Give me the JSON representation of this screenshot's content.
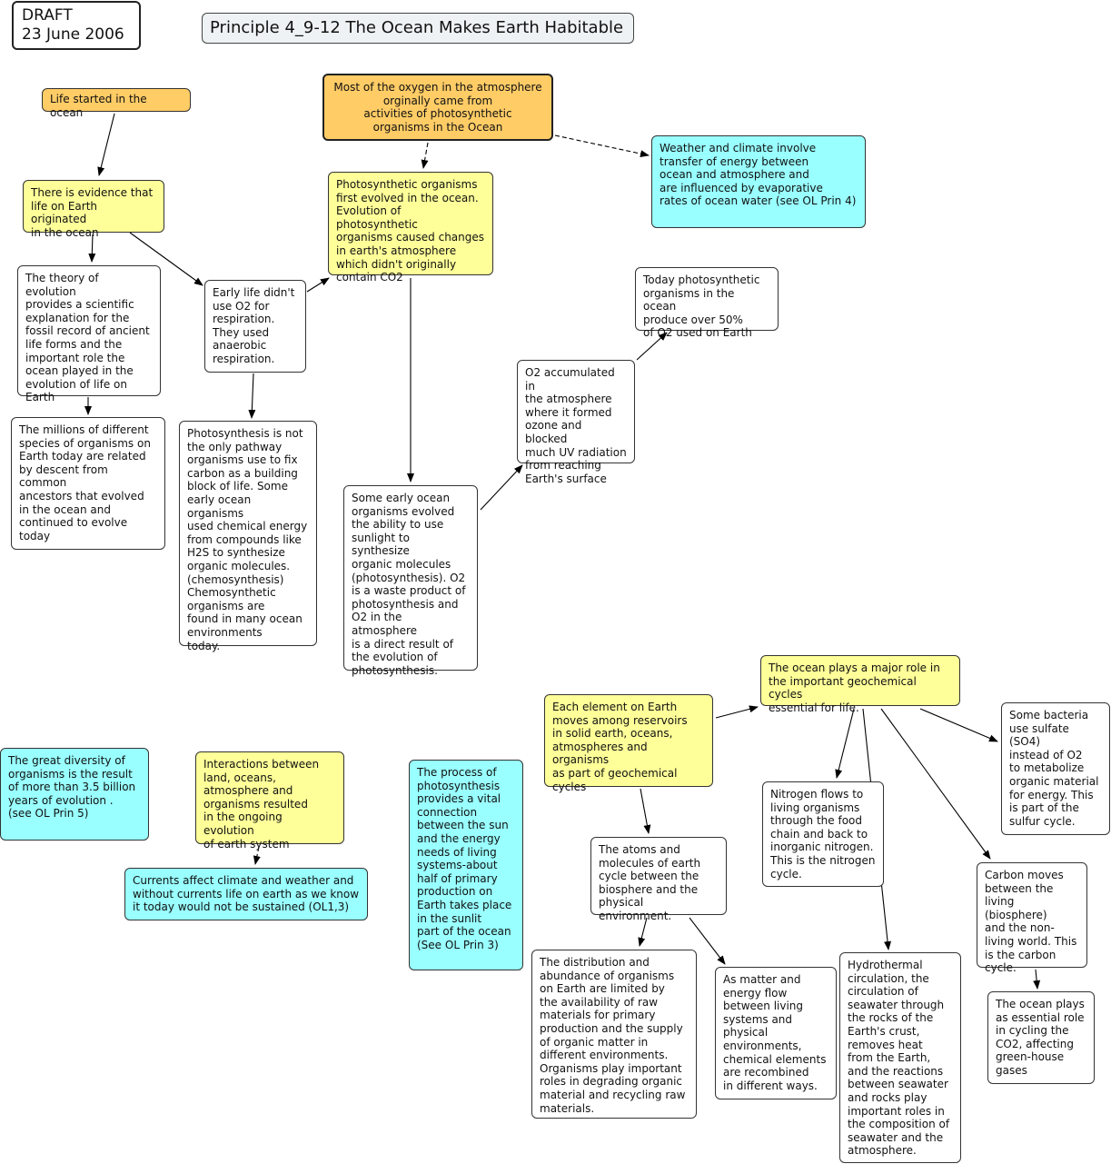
{
  "header": {
    "draft_label": "DRAFT\n23 June 2006",
    "title": "Principle 4_9-12 The Ocean Makes Earth Habitable"
  },
  "colors": {
    "white": "#ffffff",
    "yellow": "#ffff99",
    "orange": "#ffcc66",
    "cyan": "#99ffff"
  },
  "nodes": {
    "life_started": "Life started in the ocean",
    "oxygen_origin": "Most of the oxygen in the atmosphere\norginally came from\nactivities of photosynthetic\norganisms in the Ocean",
    "weather_climate": "Weather and climate involve\ntransfer of energy between\nocean and atmosphere and\nare influenced by evaporative\nrates of ocean water (see OL Prin 4)",
    "evidence_origin": "There is evidence that\nlife on Earth originated\nin the ocean",
    "photosynthetic_evolved": "Photosynthetic organisms\nfirst evolved in the ocean.\nEvolution of photosynthetic\norganisms caused changes\nin earth's atmosphere\nwhich didn't originally\ncontain CO2",
    "theory_evolution": "The theory of evolution\nprovides a scientific\nexplanation for the\nfossil record of ancient\nlife forms and the\nimportant role the\nocean played in the\nevolution of life on\nEarth",
    "early_life": "Early life didn't\nuse O2 for\nrespiration.\nThey used\nanaerobic\nrespiration.",
    "today_photosynthetic": "Today photosynthetic\norganisms in the ocean\nproduce over 50%\nof O2 used on Earth",
    "o2_accumulated": "O2 accumulated in\nthe atmosphere\nwhere it formed\nozone and blocked\nmuch UV radiation\nfrom reaching\nEarth's surface",
    "millions_species": "The millions of different\nspecies of organisms on\nEarth  today are related\nby descent from common\nancestors that evolved\nin the ocean and\ncontinued to evolve\ntoday",
    "photosynthesis_not_only": "Photosynthesis is not\nthe only pathway\norganisms use to fix\ncarbon as a building\nblock of life.  Some\nearly ocean organisms\nused chemical energy\nfrom compounds like\nH2S to synthesize\norganic molecules.\n(chemosynthesis)\nChemosynthetic\norganisms are\nfound in many ocean\nenvironments\ntoday.",
    "some_early_ocean": "Some early ocean\norganisms evolved\nthe ability to use\nsunlight to synthesize\norganic molecules\n(photosynthesis).  O2\nis a waste product of\nphotosynthesis and\nO2 in the atmosphere\nis a direct result of\nthe evolution of\nphotosynthesis.",
    "ocean_major_role": "The ocean plays a major role in\nthe important geochemical cycles\nessential for life.",
    "each_element": "Each element on Earth\nmoves among reservoirs\nin solid earth, oceans,\natmospheres and organisms\nas part of geochemical\ncycles",
    "some_bacteria": "Some bacteria\nuse sulfate\n(SO4)\ninstead of O2\nto metabolize\norganic material\nfor energy. This\nis part of the\nsulfur cycle.",
    "great_diversity": "The great diversity of\norganisms is the result\nof more than 3.5 billion\nyears of evolution .\n(see OL Prin 5)",
    "interactions": "Interactions between\nland, oceans,\natmosphere and\norganisms resulted\nin the ongoing evolution\nof earth system",
    "process_photosynthesis": "The process of\nphotosynthesis\nprovides a vital\nconnection\nbetween the sun\nand the energy\nneeds of living\nsystems-about\nhalf of primary\nproduction on\nEarth takes place\nin the sunlit\npart of the ocean\n(See OL Prin 3)",
    "nitrogen_flows": "Nitrogen flows to\nliving organisms\nthrough the food\nchain and back to\ninorganic nitrogen.\nThis is the nitrogen\ncycle.",
    "atoms_molecules": "The atoms and\nmolecules of earth\ncycle between the\nbiosphere and the\nphysical environment.",
    "carbon_moves": "Carbon moves\nbetween the\nliving (biosphere)\nand the non-\nliving world. This\nis the carbon\ncycle.",
    "currents": "Currents affect climate and weather and\nwithout currents life on earth as we know\nit today would not be sustained (OL1,3)",
    "distribution": "The distribution and\nabundance of organisms\non Earth are limited by\nthe availability of raw\nmaterials for primary\nproduction and the supply\nof organic matter in\ndifferent environments.\nOrganisms play important\nroles in degrading organic\nmaterial and recycling raw\nmaterials.",
    "matter_energy": "As matter and\nenergy flow\nbetween living\nsystems and\nphysical\nenvironments,\nchemical elements\nare recombined\nin different ways.",
    "hydrothermal": "Hydrothermal\ncirculation, the\ncirculation of\nseawater through\nthe rocks of the\nEarth's crust,\nremoves heat\nfrom the Earth,\nand the reactions\nbetween seawater\nand rocks play\nimportant roles in\nthe composition of\nseawater and the\natmosphere.",
    "ocean_co2": "The ocean plays\nas essential role\nin cycling the\nCO2, affecting\ngreen-house\ngases"
  }
}
